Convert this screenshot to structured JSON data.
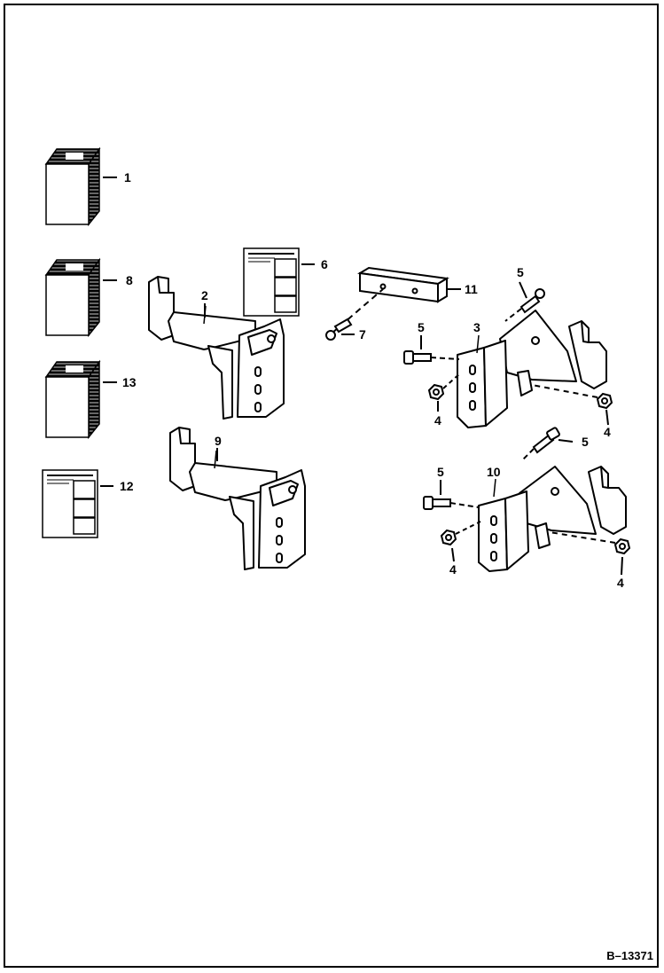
{
  "diagram": {
    "figure_ref": "B–13371",
    "watermark": "",
    "callouts": {
      "c1": "1",
      "c2": "2",
      "c3": "3",
      "c4a": "4",
      "c4b": "4",
      "c4c": "4",
      "c4d": "4",
      "c5a": "5",
      "c5b": "5",
      "c5c": "5",
      "c5d": "5",
      "c6": "6",
      "c7": "7",
      "c8": "8",
      "c9": "9",
      "c10": "10",
      "c11": "11",
      "c12": "12",
      "c13": "13"
    }
  },
  "colors": {
    "ink": "#000000",
    "paper": "#ffffff"
  }
}
